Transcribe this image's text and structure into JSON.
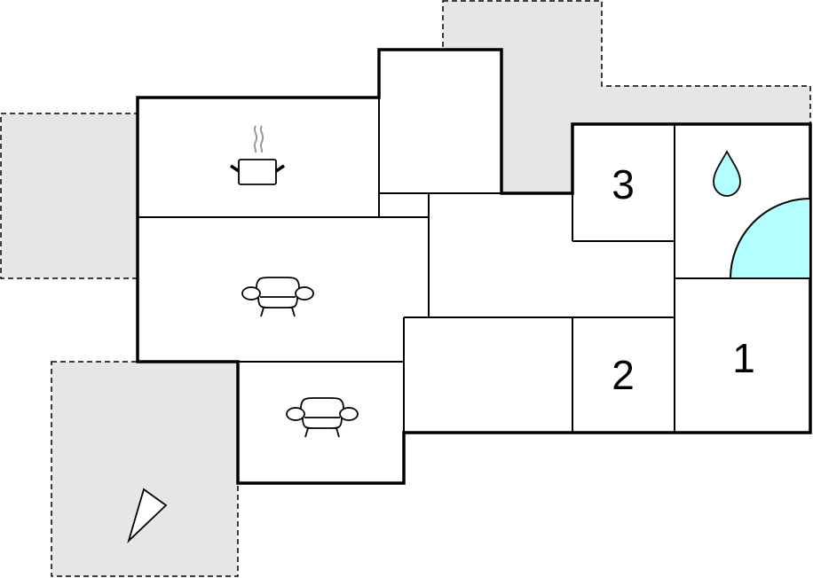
{
  "floorplan": {
    "rooms": [
      {
        "id": "kitchen",
        "icon": "cooking-pot-icon"
      },
      {
        "id": "living-room",
        "icon": "sofa-icon"
      },
      {
        "id": "living-room-2",
        "icon": "sofa-icon"
      },
      {
        "id": "bedroom-1",
        "label": "1"
      },
      {
        "id": "bedroom-2",
        "label": "2"
      },
      {
        "id": "bedroom-3",
        "label": "3"
      },
      {
        "id": "bathroom",
        "icon": "water-drop-icon"
      }
    ],
    "colors": {
      "outdoor": "#e6e6e6",
      "water": "#b3ffff",
      "wall": "#000000"
    },
    "compass_icon": "north-arrow-icon"
  }
}
